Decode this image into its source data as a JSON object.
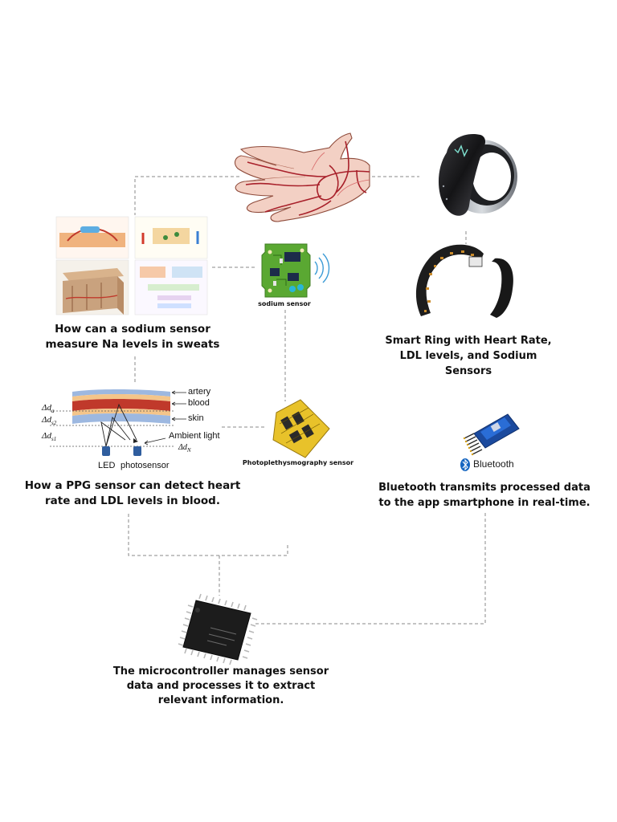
{
  "captions": {
    "sodium": "How can a sodium sensor measure Na levels in sweats",
    "ring": "Smart Ring with Heart Rate, LDL levels, and Sodium Sensors",
    "ppg": "How a PPG sensor can detect heart rate and LDL levels in blood.",
    "bluetooth": "Bluetooth transmits processed data to the app smartphone in real-time.",
    "microcontroller": "The microcontroller manages sensor data and processes it to extract relevant information."
  },
  "labels": {
    "sodium_sensor": "sodium sensor",
    "ppg_sensor": "Photoplethysmography sensor",
    "bluetooth_brand": "Bluetooth"
  },
  "ppg_figure": {
    "artery": "artery",
    "blood": "blood",
    "skin": "skin",
    "ambient_light": "Ambient light",
    "led": "LED",
    "photosensor": "photosensor",
    "delta_a": "Δd",
    "delta_a_sub": "a",
    "delta_s2": "Δd",
    "delta_s2_sub": "s2",
    "delta_s1": "Δd",
    "delta_s1_sub": "s1",
    "delta_n": "Δd",
    "delta_n_sub": "N"
  },
  "colors": {
    "connector": "#888888",
    "text": "#111111",
    "pcb_green": "#5aa832",
    "bluetooth_blue": "#1565c0",
    "blood_red": "#c0392b",
    "skin_blue": "#9db8e0",
    "ring_black": "#1c1c1e"
  },
  "icons": [
    "hand-vein-icon",
    "smart-ring-icon",
    "sodium-sensor-board-icon",
    "wireless-signal-icon",
    "flexible-circuit-icon",
    "ppg-sensor-icon",
    "bluetooth-module-icon",
    "bluetooth-logo-icon",
    "microcontroller-chip-icon"
  ]
}
